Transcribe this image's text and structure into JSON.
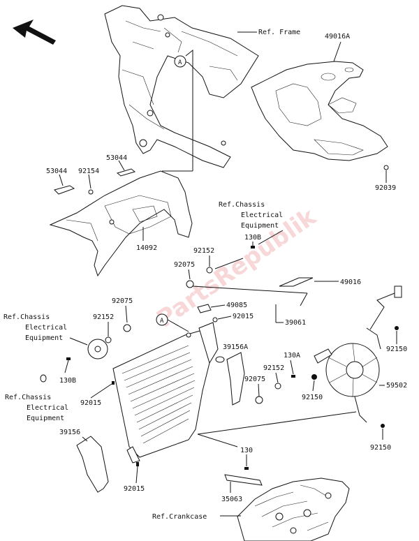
{
  "direction_arrow": {
    "icon": "front-direction-arrow-icon"
  },
  "watermark": "PartsRepublik",
  "callouts": {
    "ref_frame": "Ref. Frame",
    "ref_chassis_1": [
      "Ref.Chassis",
      "Electrical",
      "Equipment"
    ],
    "ref_chassis_2": [
      "Ref.Chassis",
      "Electrical",
      "Equipment"
    ],
    "ref_chassis_3": [
      "Ref.Chassis",
      "Electrical",
      "Equipment"
    ],
    "ref_crankcase": "Ref.Crankcase",
    "ref_a_1": "A",
    "ref_a_2": "A"
  },
  "part_labels": {
    "p49016A": "49016A",
    "p92039": "92039",
    "p53044a": "53044",
    "p53044b": "53044",
    "p92154": "92154",
    "p14092": "14092",
    "p130B_top": "130B",
    "p92152_top": "92152",
    "p92075_top": "92075",
    "p49016": "49016",
    "p92075_left": "92075",
    "p92152_left": "92152",
    "p49085": "49085",
    "p92015_mid": "92015",
    "p39061": "39061",
    "p39156A": "39156A",
    "p130A": "130A",
    "p92152_right": "92152",
    "p92075_right": "92075",
    "p92150_top": "92150",
    "p92150_mid": "92150",
    "p59502": "59502",
    "p130B_left": "130B",
    "p92015_left": "92015",
    "p39156": "39156",
    "p92150_bottom": "92150",
    "p130": "130",
    "p92015_bottom": "92015",
    "p35063": "35063"
  }
}
